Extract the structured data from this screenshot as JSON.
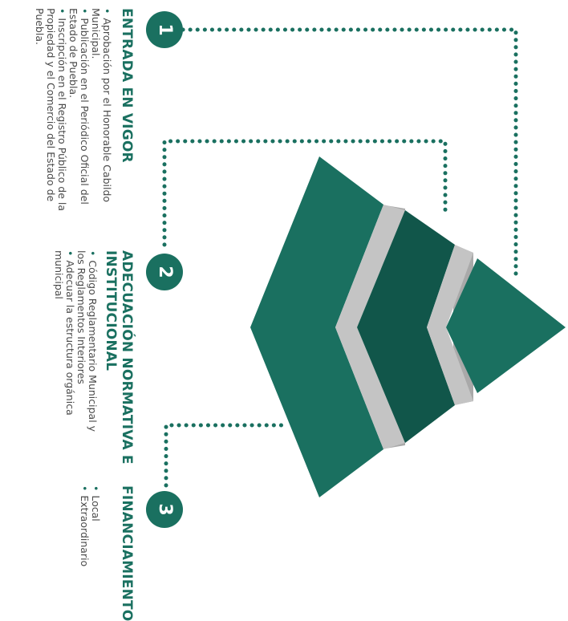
{
  "steps": [
    {
      "number": "1",
      "title": "ENTRADA EN VIGOR",
      "bullets": [
        "Aprobación por el Honorable Cabildo",
        "Municipal.",
        "Publicación en el Periódico Oficial del",
        "Estado de Puebla.",
        "Inscripción en el Registro Público de la",
        "Propiedad y el Comercio del Estado de",
        "Puebla."
      ]
    },
    {
      "number": "2",
      "title_line1": "ADECUACIÓN NORMATIVA E",
      "title_line2": "INSTITUCIONAL",
      "bullets": [
        "Código Reglamentario Municipal y",
        "los Reglamentos Interiores",
        "Adecuar la estructura orgánica",
        "municipal"
      ]
    },
    {
      "number": "3",
      "title": "FINANCIAMIENTO",
      "bullets": [
        "Local",
        "Extraordinario"
      ]
    }
  ],
  "colors": {
    "primary": "#1a7060",
    "dark": "#11564a",
    "gray": "#c4c4c4",
    "gray_dark": "#a9a9a9"
  }
}
